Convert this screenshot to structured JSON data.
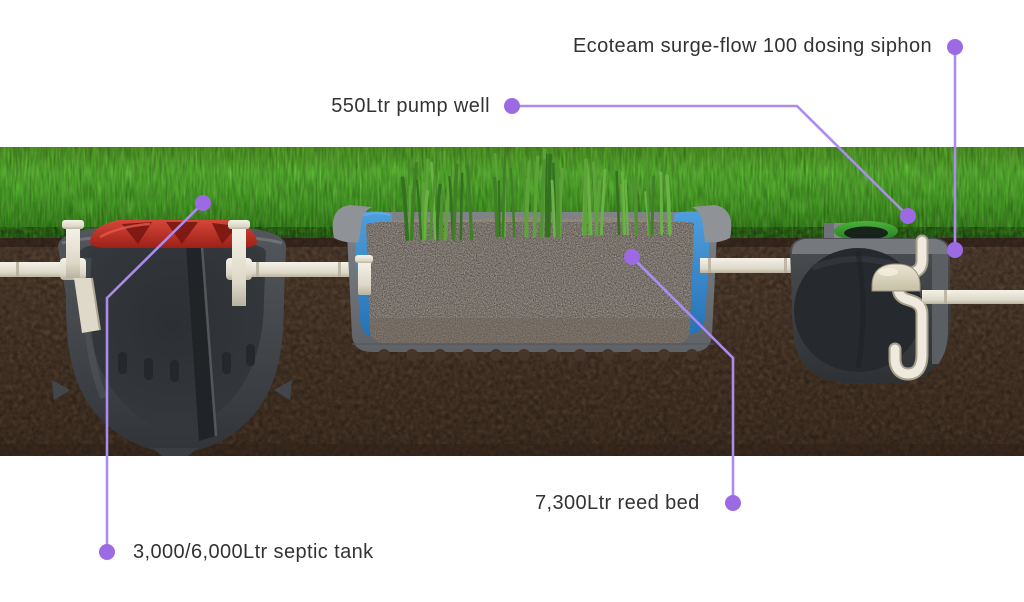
{
  "labels": {
    "dosing_siphon": "Ecoteam surge-flow 100 dosing siphon",
    "pump_well": "550Ltr pump well",
    "reed_bed": "7,300Ltr reed bed",
    "septic_tank": "3,000/6,000Ltr septic tank"
  },
  "scene": {
    "type": "septic-system-cross-section",
    "components": [
      {
        "id": "septic-tank",
        "label_key": "septic_tank"
      },
      {
        "id": "reed-bed",
        "label_key": "reed_bed"
      },
      {
        "id": "pump-well",
        "label_key": "pump_well"
      },
      {
        "id": "dosing-siphon",
        "label_key": "dosing_siphon"
      }
    ]
  },
  "colors": {
    "background": "#ffffff",
    "label_text": "#333333",
    "callout_dot": "#9c6ae2",
    "callout_line": "#aa8ced",
    "grass_bright": "#57bc2e",
    "grass_dark": "#2e7d15",
    "soil_brown": "#584434",
    "tank_gray": "#3d4144",
    "lid_red": "#c63a2e",
    "lid_green": "#36a02c",
    "liner_blue": "#2e82c8",
    "gravel": "#8e8379",
    "pipe_white": "#ece8db",
    "reed_green": "#4f9230"
  }
}
